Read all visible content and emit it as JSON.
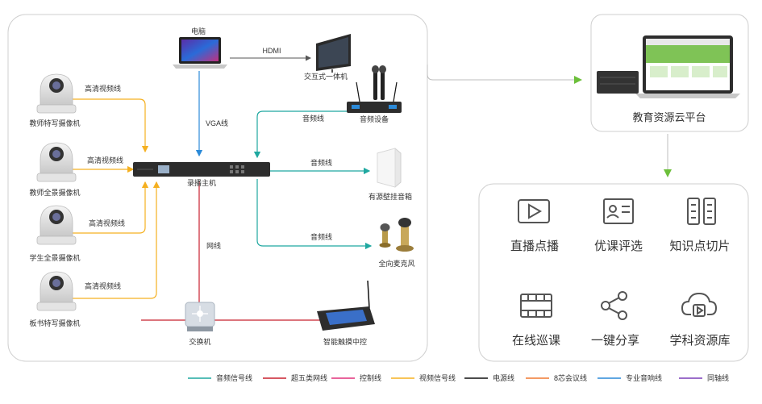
{
  "devices": {
    "computer": "电脑",
    "interactive_display": "交互式一体机",
    "audio_equipment": "音频设备",
    "recorder_host": "录播主机",
    "speaker": "有源壁挂音箱",
    "mic": "全向麦克风",
    "switch": "交换机",
    "touch_control": "智能触摸中控",
    "cam_teacher_closeup": "教师特写摄像机",
    "cam_teacher_panorama": "教师全景摄像机",
    "cam_student_panorama": "学生全景摄像机",
    "cam_board_closeup": "板书特写摄像机"
  },
  "links": {
    "hdmi": "HDMI",
    "vga": "VGA线",
    "hd_video_1": "高清视频线",
    "hd_video_2": "高清视频线",
    "hd_video_3": "高清视频线",
    "hd_video_4": "高清视频线",
    "audio_1": "音频线",
    "audio_2": "音频线",
    "audio_3": "音频线",
    "network": "网线"
  },
  "cloud_platform": {
    "title": "教育资源云平台"
  },
  "features": [
    {
      "label": "直播点播",
      "icon": "play-icon"
    },
    {
      "label": "优课评选",
      "icon": "certificate-icon"
    },
    {
      "label": "知识点切片",
      "icon": "film-slice-icon"
    },
    {
      "label": "在线巡课",
      "icon": "film-strip-icon"
    },
    {
      "label": "一键分享",
      "icon": "share-icon"
    },
    {
      "label": "学科资源库",
      "icon": "cloud-video-icon"
    }
  ],
  "legend": [
    {
      "label": "音频信号线",
      "color": "#1fa8a0"
    },
    {
      "label": "超五类网线",
      "color": "#c8202e"
    },
    {
      "label": "控制线",
      "color": "#e0307a"
    },
    {
      "label": "视频信号线",
      "color": "#f5b020"
    },
    {
      "label": "电源线",
      "color": "#111111"
    },
    {
      "label": "8芯会议线",
      "color": "#f07830"
    },
    {
      "label": "专业音响线",
      "color": "#2b8ad8"
    },
    {
      "label": "同轴线",
      "color": "#7a3fb8"
    }
  ],
  "colors": {
    "audio": "#1fa8a0",
    "network": "#c8202e",
    "video": "#f5b020",
    "vga": "#2b8ad8",
    "flow_arrow": "#6cbf3a",
    "hdmi": "#555555"
  }
}
